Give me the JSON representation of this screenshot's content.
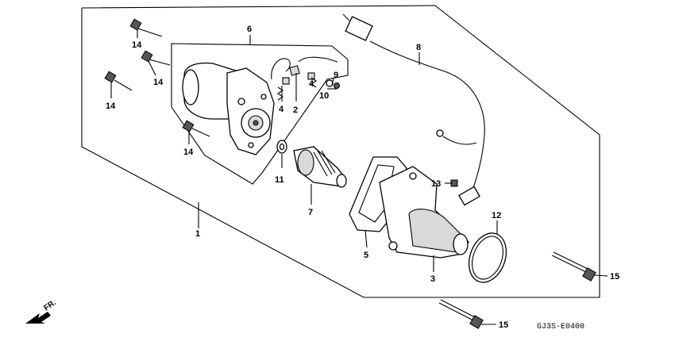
{
  "diagram": {
    "part_numbers": [
      "1",
      "2",
      "3",
      "4",
      "4",
      "5",
      "6",
      "7",
      "8",
      "9",
      "10",
      "11",
      "12",
      "13",
      "14",
      "14",
      "14",
      "14",
      "15",
      "15"
    ],
    "front_label": "FR.",
    "diagram_code": "GJ3S-E0400"
  }
}
